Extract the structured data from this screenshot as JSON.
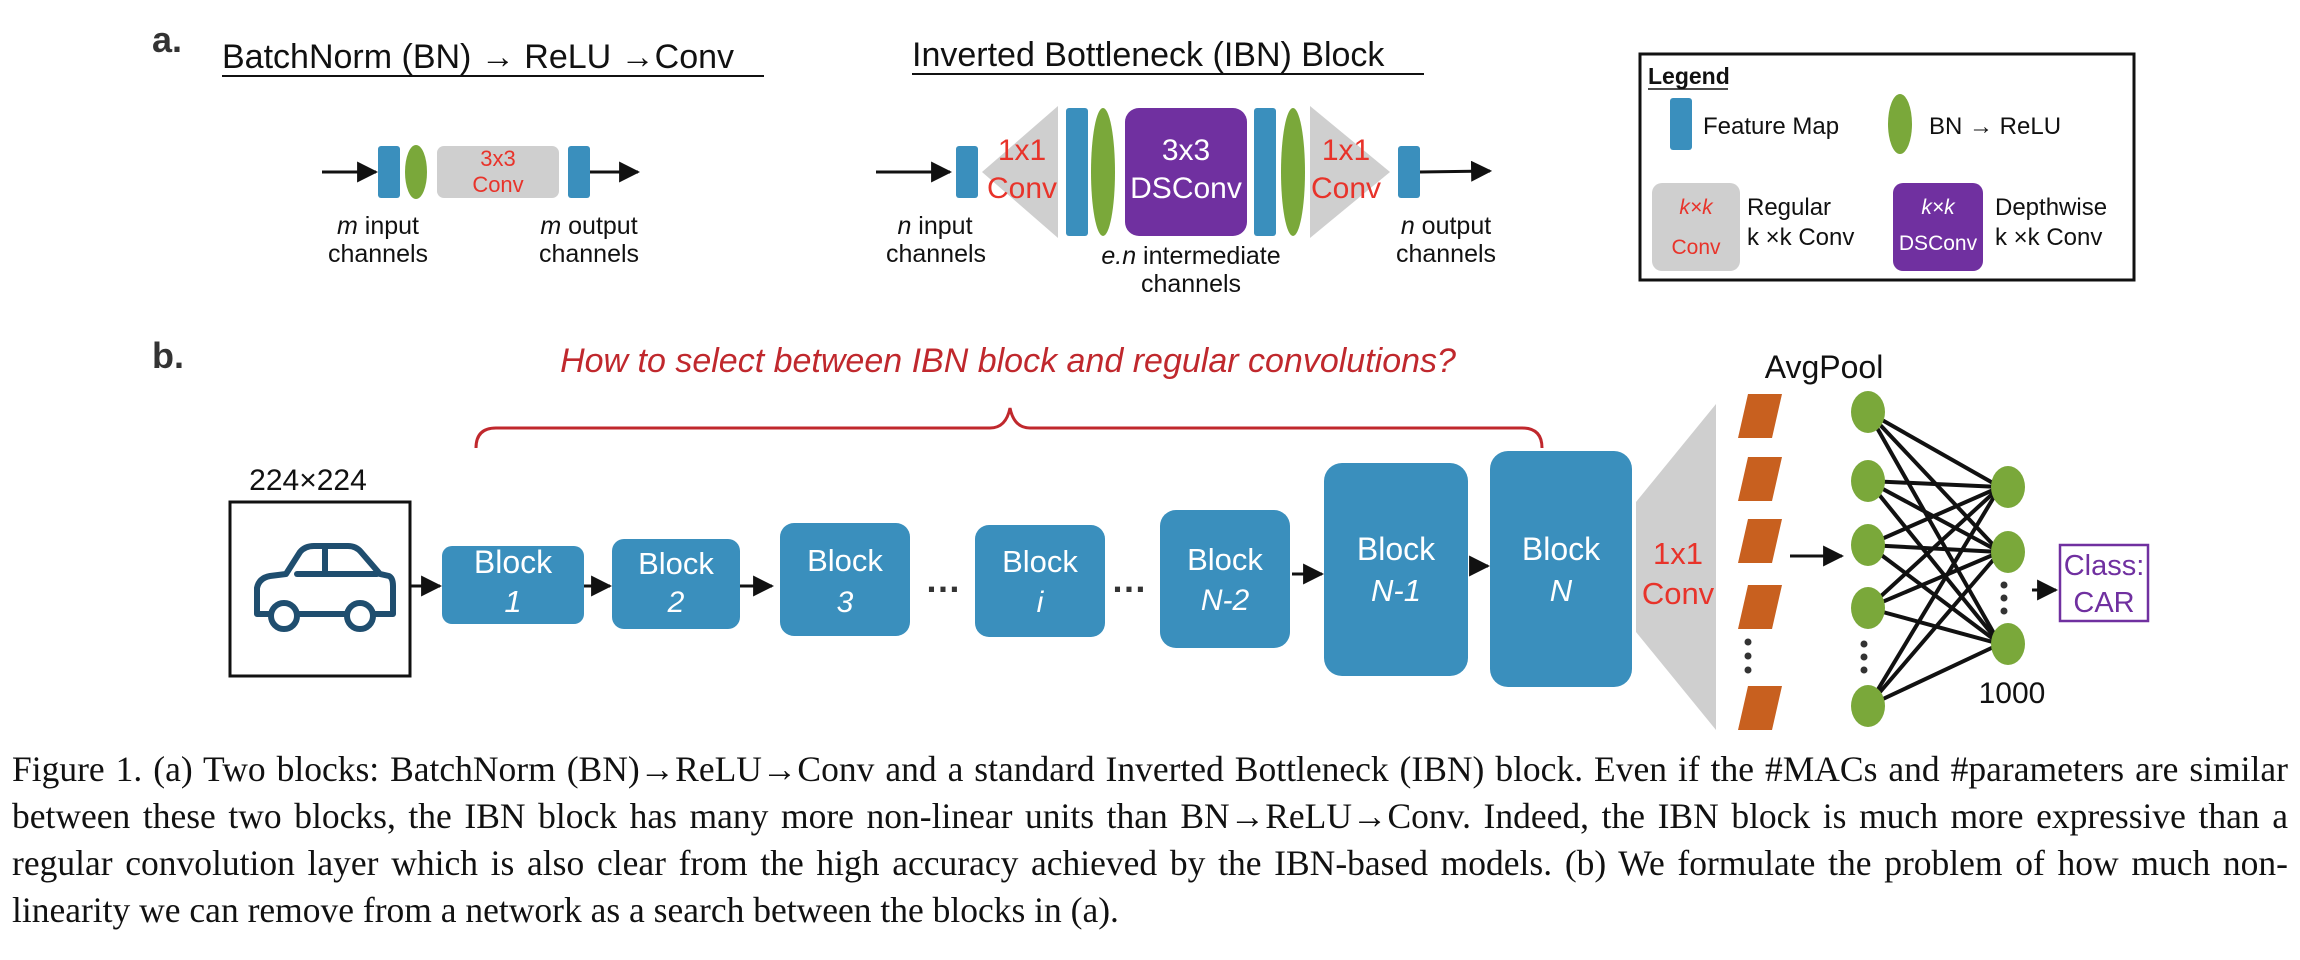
{
  "colors": {
    "feature_map": "#3a8fbd",
    "bn_relu": "#7aa83a",
    "regular_conv": "#cfcfcf",
    "dsconv": "#7030a0",
    "red_text": "#e8332a",
    "question": "#c0282d",
    "block": "#3a8fbd",
    "avgpool_bar": "#c8601f",
    "class_box": "#7030a0",
    "text": "#111111"
  },
  "part_a": {
    "label": "a.",
    "bn_block": {
      "title": "BatchNorm (BN) → ReLU →Conv",
      "conv_line1": "3x3",
      "conv_line2": "Conv",
      "input_var": "m",
      "input_line1_rest": " input",
      "input_line2": "channels",
      "output_var": "m",
      "output_line1_rest": " output",
      "output_line2": "channels"
    },
    "ibn_block": {
      "title": "Inverted Bottleneck (IBN) Block",
      "conv1_line1": "1x1",
      "conv1_line2": "Conv",
      "dsconv_line1": "3x3",
      "dsconv_line2": "DSConv",
      "conv2_line1": "1x1",
      "conv2_line2": "Conv",
      "input_var": "n",
      "input_line1_rest": " input",
      "input_line2": "channels",
      "intermediate_var": "e.n",
      "intermediate_line1_rest": " intermediate",
      "intermediate_line2": "channels",
      "output_var": "n",
      "output_line1_rest": " output",
      "output_line2": "channels"
    },
    "legend": {
      "title": "Legend",
      "feature_map": "Feature Map",
      "bn_relu": "BN → ReLU",
      "regular_icon_line1": "k×k",
      "regular_icon_line2": "Conv",
      "regular_line1": "Regular",
      "regular_line2": "k ×k Conv",
      "depthwise_icon_line1": "k×k",
      "depthwise_icon_line2": "DSConv",
      "depthwise_line1": "Depthwise",
      "depthwise_line2": "k ×k Conv"
    }
  },
  "part_b": {
    "label": "b.",
    "question": "How to select between IBN block and regular convolutions?",
    "input_size": "224×224",
    "blocks": [
      {
        "word": "Block",
        "index": "1"
      },
      {
        "word": "Block",
        "index": "2"
      },
      {
        "word": "Block",
        "index": "3"
      },
      {
        "word": "Block",
        "index": "i"
      },
      {
        "word": "Block",
        "index": "N-2"
      },
      {
        "word": "Block",
        "index": "N-1"
      },
      {
        "word": "Block",
        "index": "N"
      }
    ],
    "ellipsis": "…",
    "final_conv_line1": "1x1",
    "final_conv_line2": "Conv",
    "avgpool": "AvgPool",
    "output_count": "1000",
    "class_line1": "Class:",
    "class_line2": "CAR"
  },
  "caption": "Figure 1. (a) Two blocks: BatchNorm (BN)→ReLU→Conv and a standard Inverted Bottleneck (IBN) block. Even if the #MACs and #parameters are similar between these two blocks, the IBN block has many more non-linear units than BN→ReLU→Conv. Indeed, the IBN block is much more expressive than a regular convolution layer which is also clear from the high accuracy achieved by the IBN-based models. (b) We formulate the problem of how much non-linearity we can remove from a network as a search between the blocks in (a)."
}
